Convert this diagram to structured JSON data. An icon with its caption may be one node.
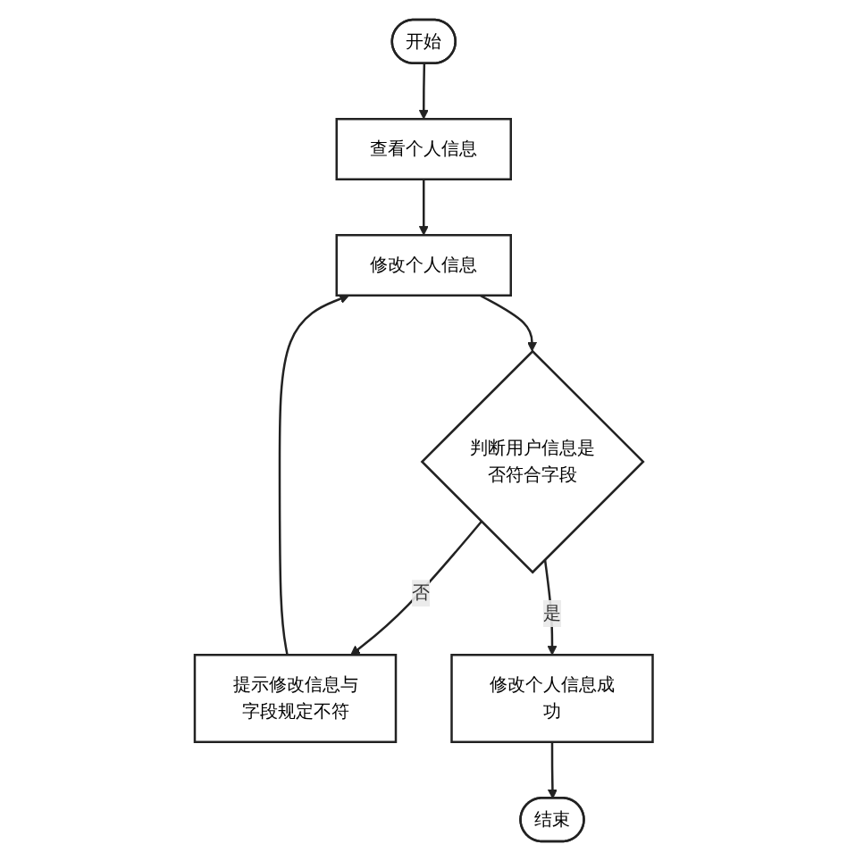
{
  "diagram": {
    "nodes": [
      {
        "text": [
          "开始"
        ]
      },
      {
        "text": [
          "查看个人信息"
        ]
      },
      {
        "text": [
          "修改个人信息"
        ]
      },
      {
        "text": [
          "判断用户信息是否符合字段"
        ]
      },
      {
        "text": [
          "提示修改信息与字段规定不符"
        ]
      },
      {
        "text": [
          "修改个人信息成功"
        ]
      },
      {
        "text": [
          "结束"
        ]
      }
    ],
    "edges": [
      {
        "from": 0,
        "to": 1,
        "arrow": "to"
      },
      {
        "from": 1,
        "to": 2,
        "arrow": "to"
      },
      {
        "from": 2,
        "to": 3,
        "arrow": "to"
      },
      {
        "from": 3,
        "to": 4,
        "label": "否",
        "arrow": "to"
      },
      {
        "from": 4,
        "to": 2,
        "arrow": "to"
      },
      {
        "from": 3,
        "to": 5,
        "label": "是",
        "arrow": "to"
      },
      {
        "from": 5,
        "to": 6,
        "arrow": "to"
      }
    ]
  }
}
